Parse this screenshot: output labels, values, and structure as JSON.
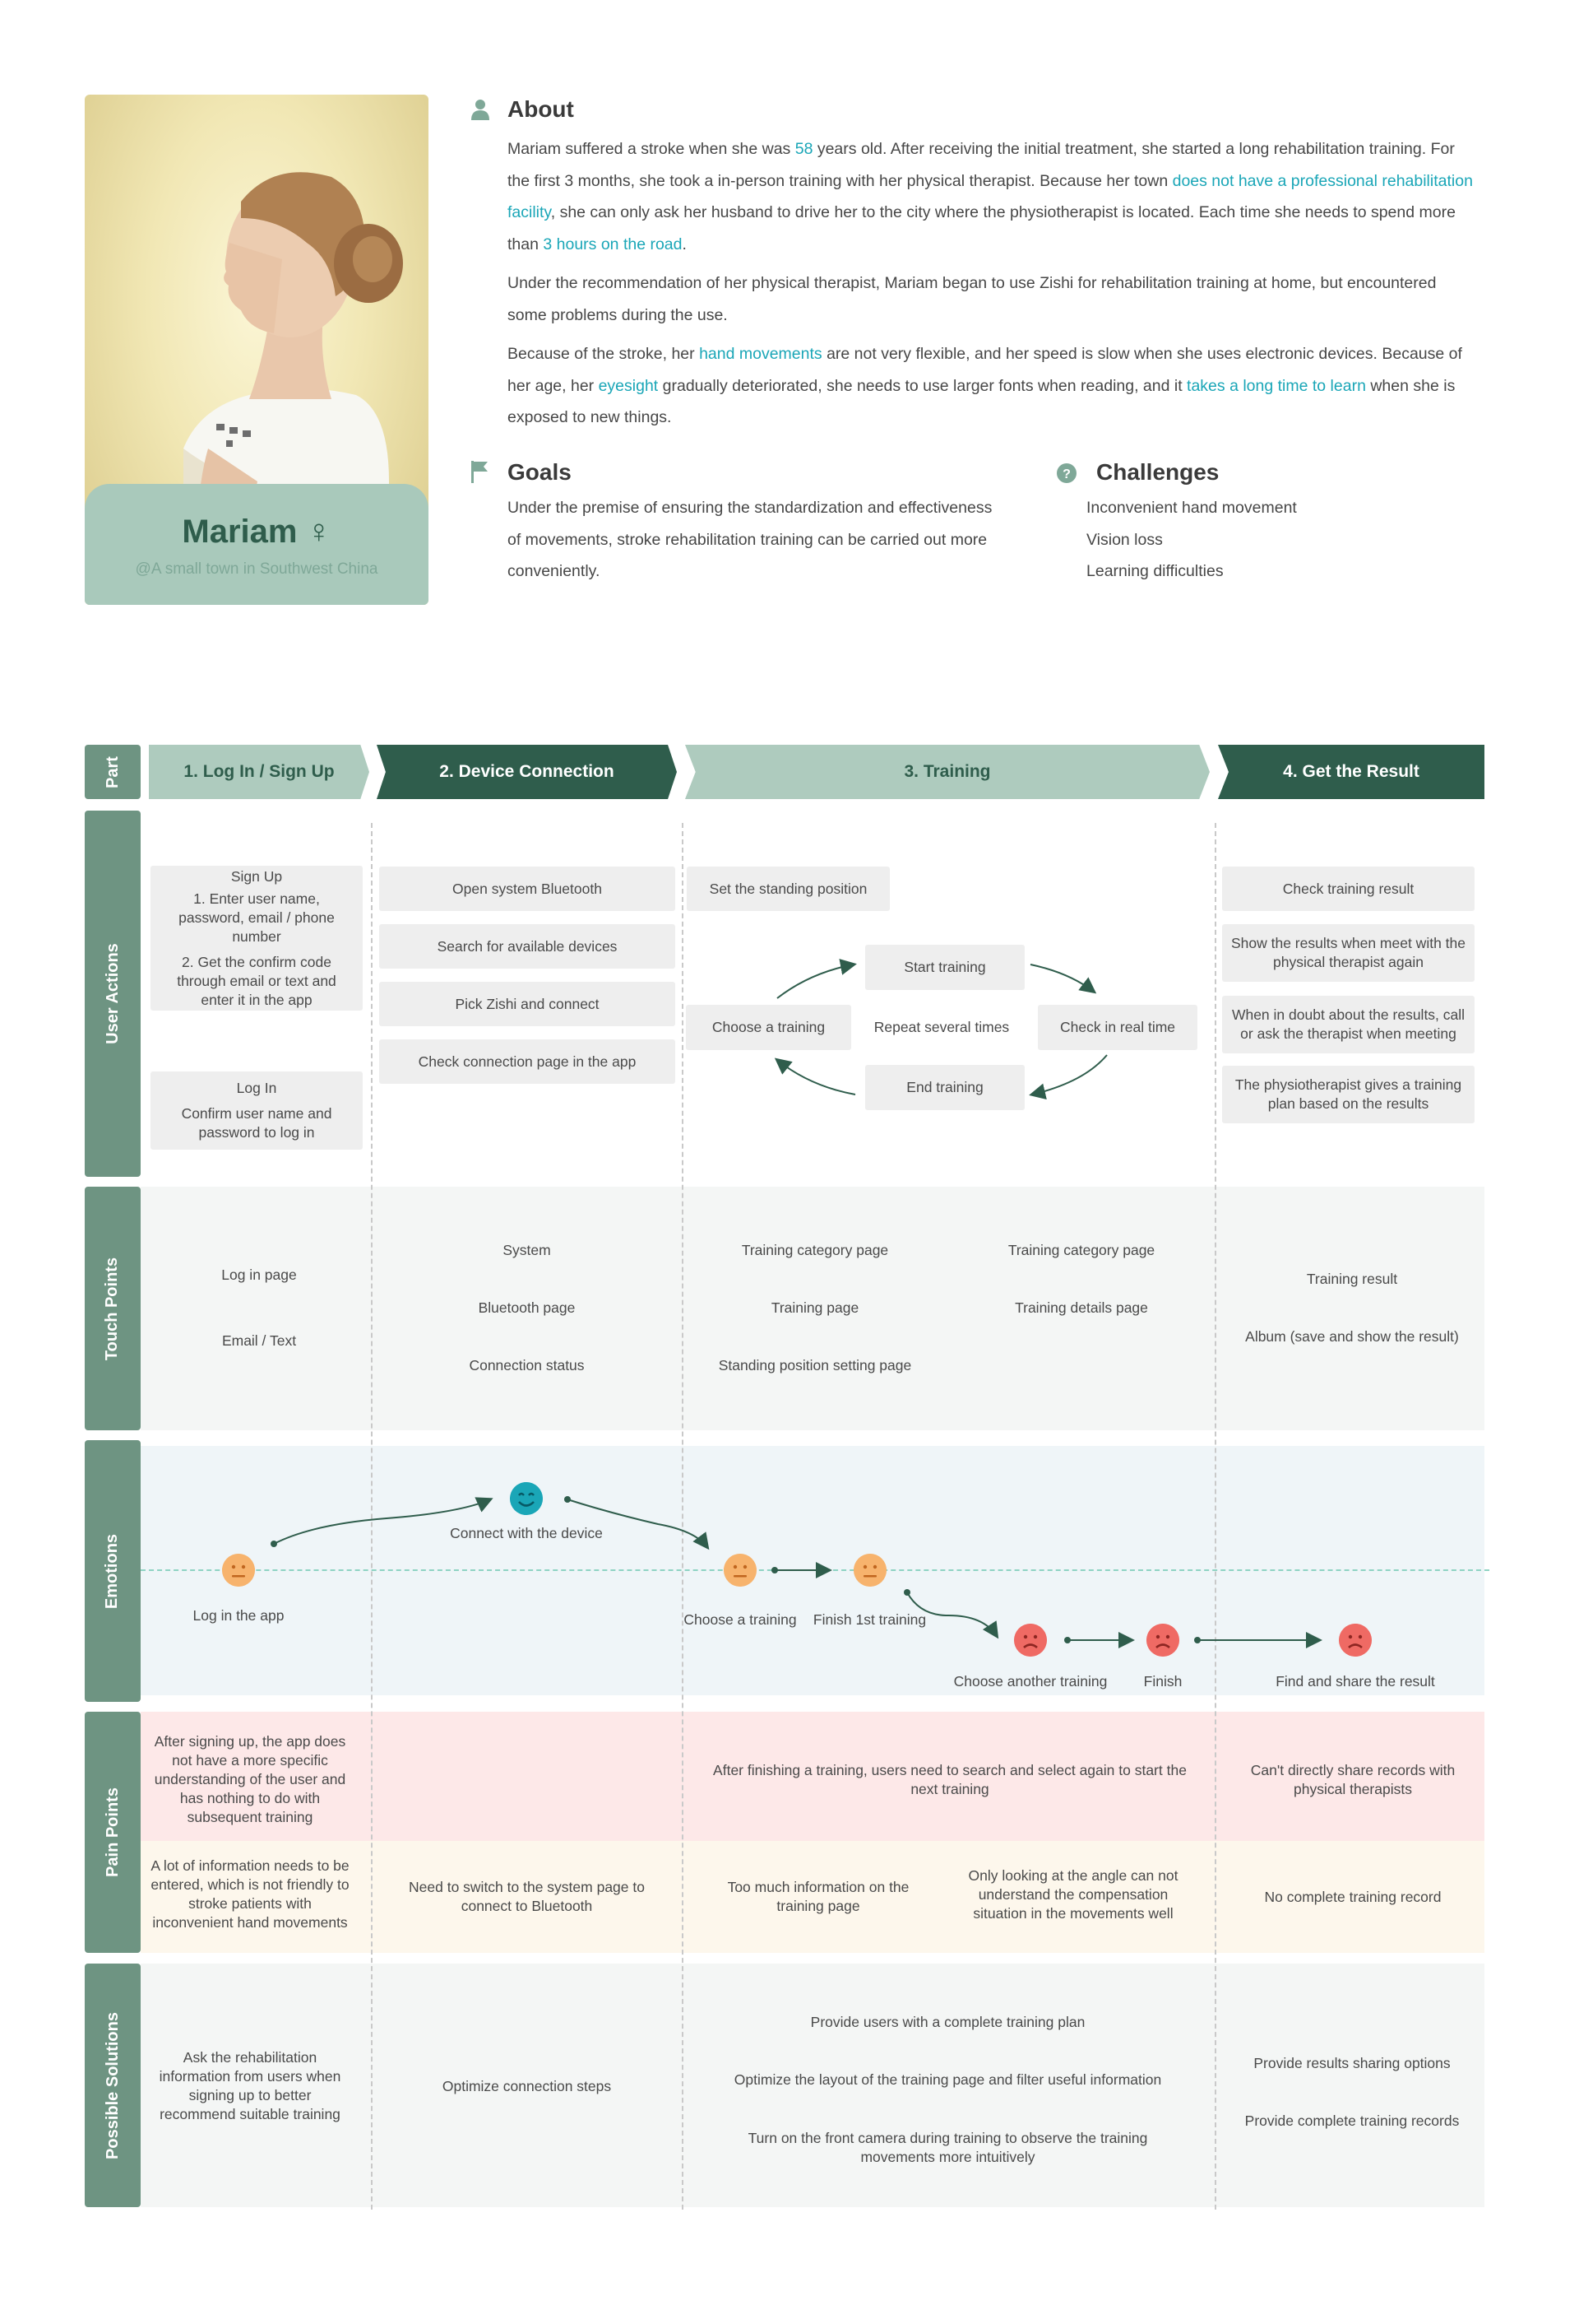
{
  "persona": {
    "name": "Mariam ♀",
    "location": "@A small town in Southwest China"
  },
  "about": {
    "title": "About",
    "p1": {
      "a": "Mariam suffered a stroke when she was ",
      "h1": "58",
      "b": " years old. After receiving the initial treatment, she started a long rehabilitation training. For the first 3 months, she took a in-person training with her physical therapist. Because her town ",
      "h2": "does not have a professional rehabilitation facility",
      "c": ", she can only ask her husband to drive her to the city where the physiotherapist is located. Each time she needs to spend more than ",
      "h3": "3 hours on the road",
      "d": "."
    },
    "p2": "Under the recommendation of her physical therapist, Mariam began to use Zishi for rehabilitation training at home, but encountered some problems during the use.",
    "p3": {
      "a": "Because of the stroke, her ",
      "h1": "hand movements",
      "b": " are not very flexible, and her speed is slow when she uses electronic devices. Because of her age, her ",
      "h2": "eyesight",
      "c": " gradually deteriorated, she needs to use larger fonts when reading, and it ",
      "h3": "takes a long time to learn",
      "d": " when she is exposed to new things."
    }
  },
  "goals": {
    "title": "Goals",
    "text": "Under the premise of ensuring the standardization and effectiveness of movements, stroke rehabilitation training can be carried out more conveniently."
  },
  "challenges": {
    "title": "Challenges",
    "items": [
      "Inconvenient hand movement",
      "Vision loss",
      "Learning difficulties"
    ]
  },
  "journey": {
    "row_labels": {
      "part": "Part",
      "actions": "User Actions",
      "touch": "Touch Points",
      "emotions": "Emotions",
      "pain": "Pain Points",
      "solutions": "Possible Solutions"
    },
    "phases": [
      "1. Log In / Sign Up",
      "2. Device Connection",
      "3. Training",
      "4. Get the Result"
    ],
    "actions": {
      "signup_title": "Sign Up",
      "signup_1": "1. Enter user name, password, email / phone number",
      "signup_2": "2. Get the confirm code through email or text and enter it in the app",
      "login_title": "Log In",
      "login_1": "Confirm user name and password to log in",
      "device": [
        "Open system Bluetooth",
        "Search for available devices",
        "Pick Zishi and connect",
        "Check connection page in the app"
      ],
      "training": {
        "standing": "Set the standing position",
        "start": "Start training",
        "choose": "Choose a training",
        "repeat": "Repeat several times",
        "check": "Check in real time",
        "end": "End training"
      },
      "result": [
        "Check training result",
        "Show the results when meet with the physical therapist again",
        "When in doubt about the results, call or ask the therapist when meeting",
        "The physiotherapist gives a training plan based on the results"
      ]
    },
    "touch": {
      "login": [
        "Log in page",
        "Email / Text"
      ],
      "device": [
        "System",
        "Bluetooth page",
        "Connection status"
      ],
      "training_a": [
        "Training category page",
        "Training page",
        "Standing position setting page"
      ],
      "training_b": [
        "Training category page",
        "Training details page"
      ],
      "result": [
        "Training result",
        "Album (save and show the result)"
      ]
    },
    "emotions": {
      "login": "Log in the app",
      "connect": "Connect with the device",
      "choose": "Choose a training",
      "finish1": "Finish 1st training",
      "another": "Choose another training",
      "finish": "Finish",
      "share": "Find and share the result"
    },
    "pain": {
      "p1": "After signing up, the app does not have a more specific understanding of the user and has nothing to do with subsequent training",
      "p2": "After finishing a training, users need to search and select again to start the next training",
      "p3": "Can't directly share records with physical therapists",
      "p4": "A lot of information needs to be entered, which is not friendly to stroke patients with inconvenient hand movements",
      "p5": "Need to switch to the system page to connect to Bluetooth",
      "p6": "Too much information on the training page",
      "p7": "Only looking at the angle can not understand the compensation situation in the movements well",
      "p8": "No complete training record"
    },
    "solutions": {
      "s1": "Ask the rehabilitation information from users when signing up to better recommend suitable training",
      "s2": "Optimize connection steps",
      "s3": "Provide users with a complete training plan",
      "s4": "Optimize the layout of the training page and filter useful information",
      "s5": "Turn on the front camera during training to observe the training movements more intuitively",
      "s6": "Provide results sharing options",
      "s7": "Provide complete training records"
    }
  },
  "colors": {
    "accent": "#1aa6b7",
    "dark_green": "#2f5d4c",
    "mid_green": "#6e9482",
    "light_green": "#aecbbe",
    "happy": "#1aa6b7",
    "neutral": "#f7b36d",
    "sad": "#ef6a64"
  }
}
